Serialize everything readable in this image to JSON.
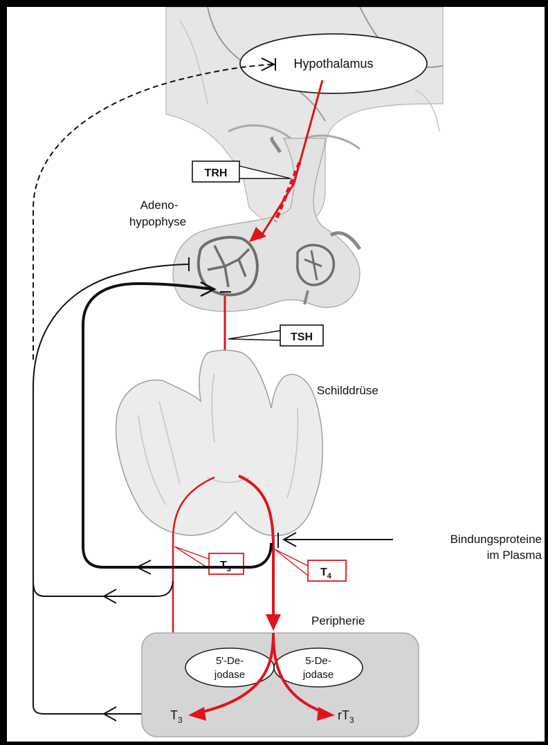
{
  "labels": {
    "hypothalamus": "Hypothalamus",
    "trh": "TRH",
    "adeno_line1": "Adeno-",
    "adeno_line2": "hypophyse",
    "tsh": "TSH",
    "thyroid": "Schilddrüse",
    "binding_line1": "Bindungsproteine",
    "binding_line2": "im Plasma",
    "t3_box": "T",
    "t3_box_sub": "3",
    "t4_box": "T",
    "t4_box_sub": "4",
    "periphery": "Peripherie",
    "deiod5p_line1": "5'-De-",
    "deiod5p_line2": "jodase",
    "deiod5_line1": "5-De-",
    "deiod5_line2": "jodase",
    "t3_out": "T",
    "t3_out_sub": "3",
    "rt3_out": "rT",
    "rt3_out_sub": "3"
  },
  "colors": {
    "hormone_red": "#e0141c",
    "feedback_black": "#111111",
    "anatomy_gray": "#d9d9d9",
    "periphery_fill": "#d5d5d5"
  }
}
